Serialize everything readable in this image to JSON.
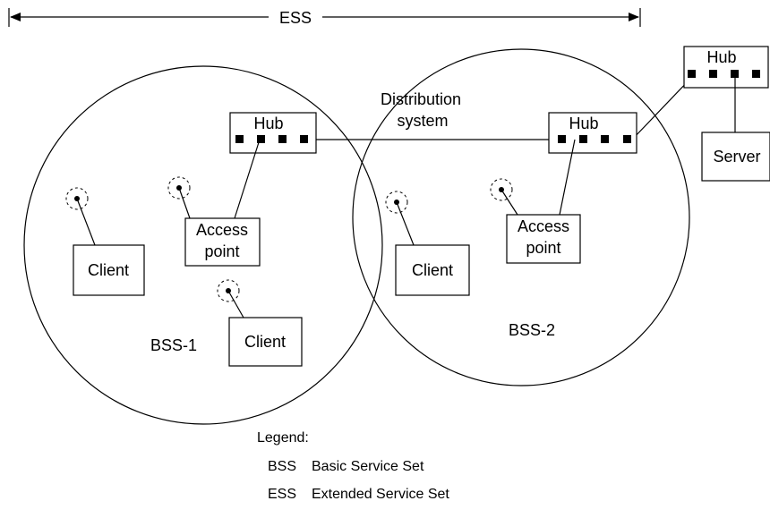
{
  "ess_label": "ESS",
  "distribution_label_line1": "Distribution",
  "distribution_label_line2": "system",
  "bss1_label": "BSS-1",
  "bss2_label": "BSS-2",
  "hub_label": "Hub",
  "server_label": "Server",
  "client_label": "Client",
  "access_point_line1": "Access",
  "access_point_line2": "point",
  "legend": {
    "title": "Legend:",
    "items": [
      {
        "abbr": "BSS",
        "text": "Basic Service Set"
      },
      {
        "abbr": "ESS",
        "text": "Extended Service Set"
      }
    ]
  }
}
